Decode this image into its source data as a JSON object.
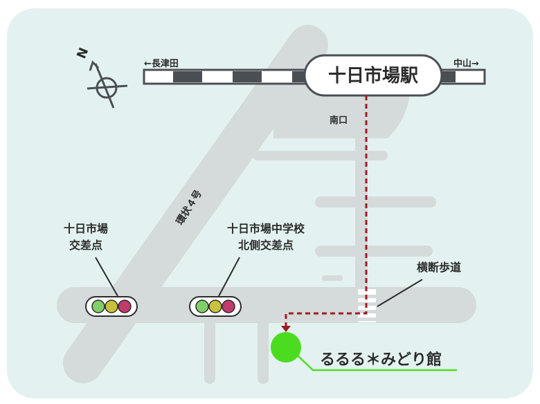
{
  "colors": {
    "background": "#e3f2f0",
    "road": "#d5dadb",
    "route": "#9e1b22",
    "destination": "#4cdc1f",
    "destination_text": "#3fcf17",
    "rail_dark": "#4a4f54",
    "light_green": "#7fd06a",
    "light_yellow": "#c8c23a",
    "light_red": "#c23a6e"
  },
  "compass": {
    "icon": "compass-icon",
    "north_label": "N"
  },
  "rail": {
    "left_direction": "←長津田",
    "right_direction": "中山→",
    "station_name": "十日市場駅"
  },
  "labels": {
    "south_exit": "南口",
    "ring_road": "環状４号",
    "crossing": "横断歩道",
    "destination": "るるる＊みどり館"
  },
  "intersections": [
    {
      "line1": "十日市場",
      "line2": "交差点",
      "icon": "traffic-light-icon"
    },
    {
      "line1": "十日市場中学校",
      "line2": "北側交差点",
      "icon": "traffic-light-icon"
    }
  ]
}
